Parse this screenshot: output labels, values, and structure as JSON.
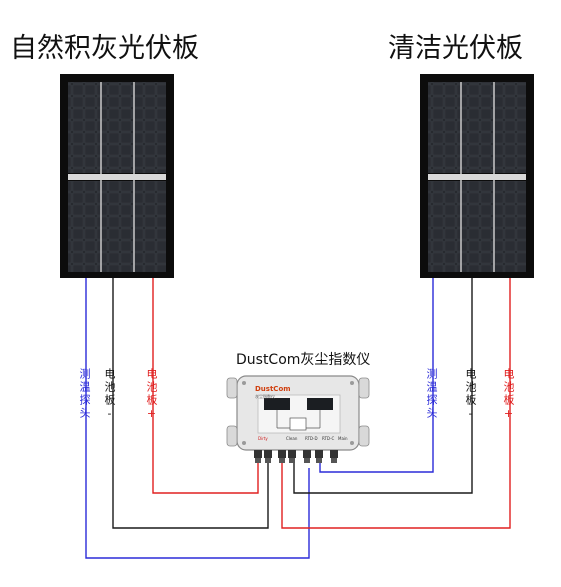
{
  "titles": {
    "left_panel": "自然积灰光伏板",
    "right_panel": "清洁光伏板",
    "device": "DustCom灰尘指数仪"
  },
  "labels": {
    "temp_probe": "测温探头",
    "battery_neg": "电池板-",
    "battery_pos": "电池板+"
  },
  "device_panel": {
    "brand": "DustCom",
    "brand_sub": "灰尘指数仪",
    "port_labels": [
      "Dirty",
      "Clean",
      "RTD-D",
      "RTD-C",
      "Main"
    ]
  },
  "colors": {
    "blue_wire": "#2b2bd8",
    "black_wire": "#1a1a1a",
    "red_wire": "#e02020"
  }
}
